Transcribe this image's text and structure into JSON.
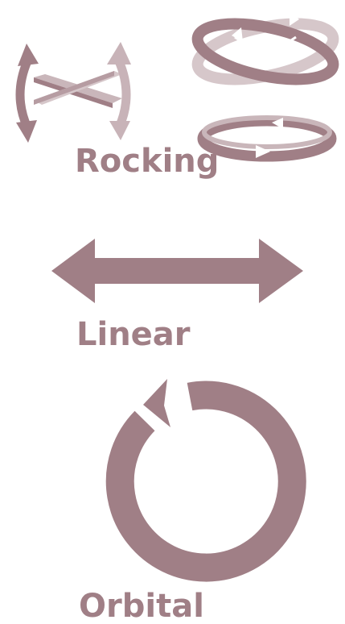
{
  "colors": {
    "primary": "#a07f86",
    "light": "#d6c7ca",
    "mid": "#bda9ad",
    "white": "#ffffff"
  },
  "labels": {
    "rocking": "Rocking",
    "linear": "Linear",
    "orbital": "Orbital"
  },
  "icons": {
    "rocking_motion": "rocking-motion-icon",
    "linear_motion": "double-arrow-icon",
    "orbital_motion": "circular-arrow-icon"
  }
}
